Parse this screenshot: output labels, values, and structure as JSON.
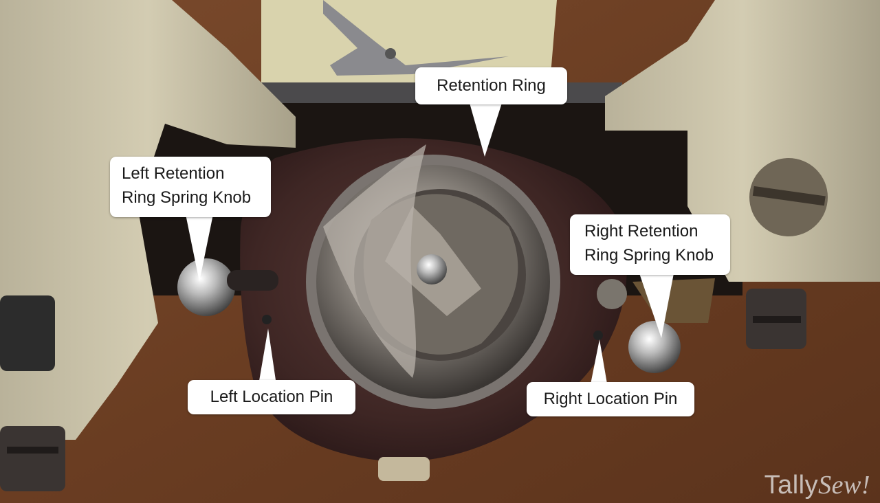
{
  "image": {
    "subject": "sewing machine rotary hook assembly",
    "brand_colors": {
      "callout_bg": "#ffffff",
      "callout_text": "#1a1a1a"
    }
  },
  "callouts": {
    "retention_ring": "Retention Ring",
    "left_knob_line1": "Left Retention",
    "left_knob_line2": "Ring Spring Knob",
    "right_knob_line1": "Right Retention",
    "right_knob_line2": "Ring Spring Knob",
    "left_pin": "Left Location Pin",
    "right_pin": "Right Location Pin"
  },
  "watermark": {
    "part1": "Tally",
    "part2": "Sew!"
  }
}
